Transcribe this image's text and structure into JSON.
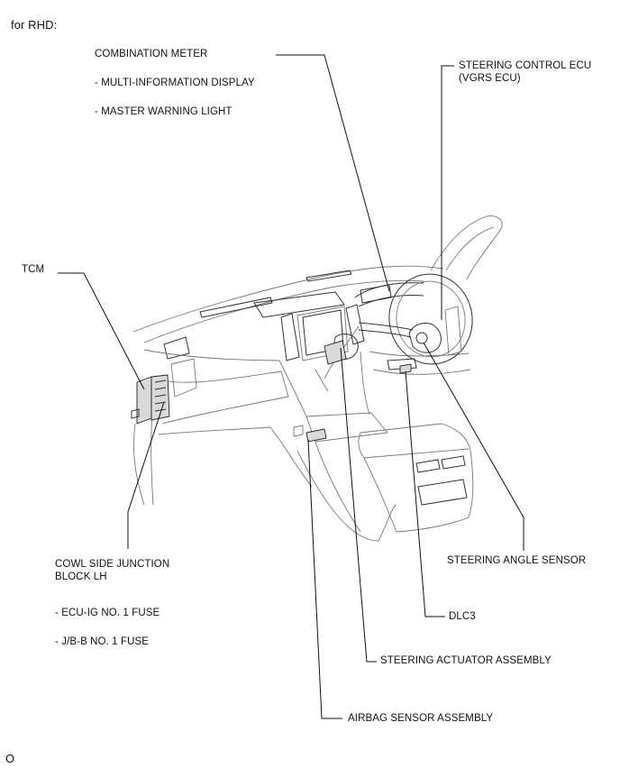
{
  "header": "for RHD:",
  "labels": {
    "combination_meter": "COMBINATION METER",
    "multi_info_display": "- MULTI-INFORMATION DISPLAY",
    "master_warning_light": "- MASTER WARNING LIGHT",
    "steering_control_ecu_1": "STEERING CONTROL ECU",
    "steering_control_ecu_2": "(VGRS ECU)",
    "tcm": "TCM",
    "cowl_side_jb_1": "COWL SIDE JUNCTION",
    "cowl_side_jb_2": "BLOCK LH",
    "ecu_ig_fuse": "- ECU-IG NO. 1 FUSE",
    "jb_b_fuse": "- J/B-B NO. 1 FUSE",
    "steering_angle_sensor": "STEERING ANGLE SENSOR",
    "dlc3": "DLC3",
    "steering_actuator": "STEERING ACTUATOR ASSEMBLY",
    "airbag_sensor": "AIRBAG SENSOR ASSEMBLY"
  },
  "footer_code": "O"
}
